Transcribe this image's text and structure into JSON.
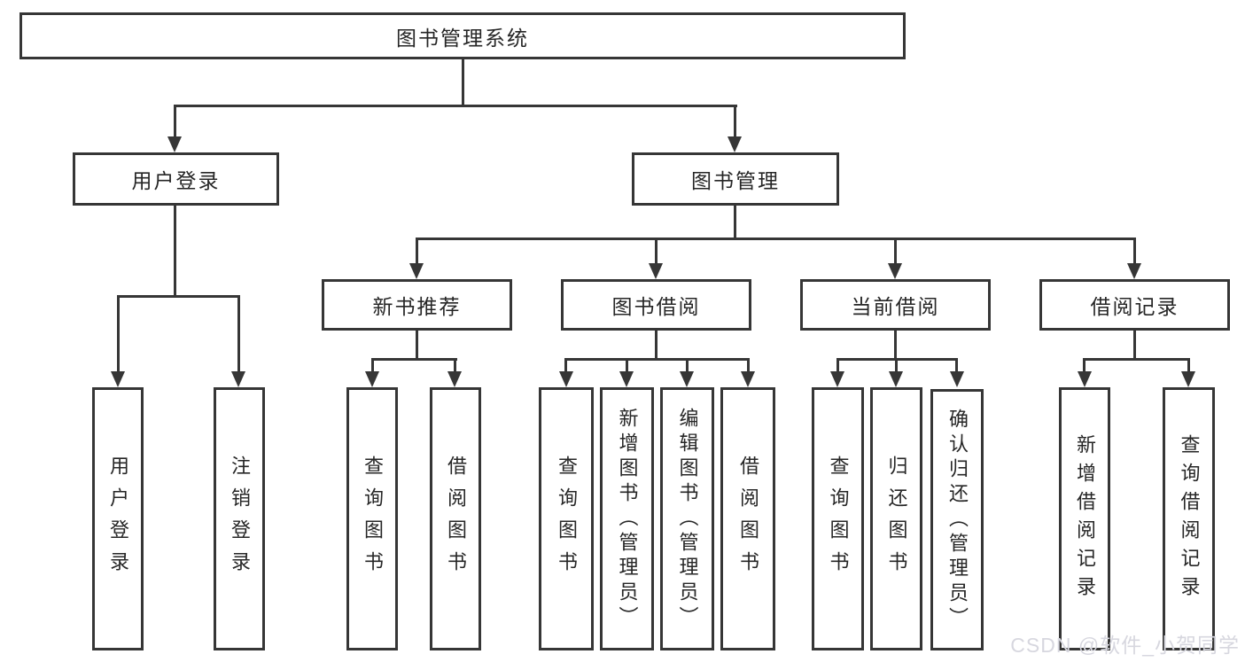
{
  "diagram": {
    "tree": {
      "label": "图书管理系统",
      "children": [
        {
          "label": "用户登录",
          "children": [
            {
              "label": "用户登录"
            },
            {
              "label": "注销登录"
            }
          ]
        },
        {
          "label": "图书管理",
          "children": [
            {
              "label": "新书推荐",
              "children": [
                {
                  "label": "查询图书"
                },
                {
                  "label": "借阅图书"
                }
              ]
            },
            {
              "label": "图书借阅",
              "children": [
                {
                  "label": "查询图书"
                },
                {
                  "label": "新增图书（管理员）"
                },
                {
                  "label": "编辑图书（管理员）"
                },
                {
                  "label": "借阅图书"
                }
              ]
            },
            {
              "label": "当前借阅",
              "children": [
                {
                  "label": "查询图书"
                },
                {
                  "label": "归还图书"
                },
                {
                  "label": "确认归还（管理员）"
                }
              ]
            },
            {
              "label": "借阅记录",
              "children": [
                {
                  "label": "新增借阅记录"
                },
                {
                  "label": "查询借阅记录"
                }
              ]
            }
          ]
        }
      ]
    }
  },
  "watermark": {
    "text": "CSDN @软件_小贺同学"
  },
  "colors": {
    "line": "#363636",
    "text": "#262626",
    "background": "#ffffff",
    "watermark": "#d7d7df"
  }
}
